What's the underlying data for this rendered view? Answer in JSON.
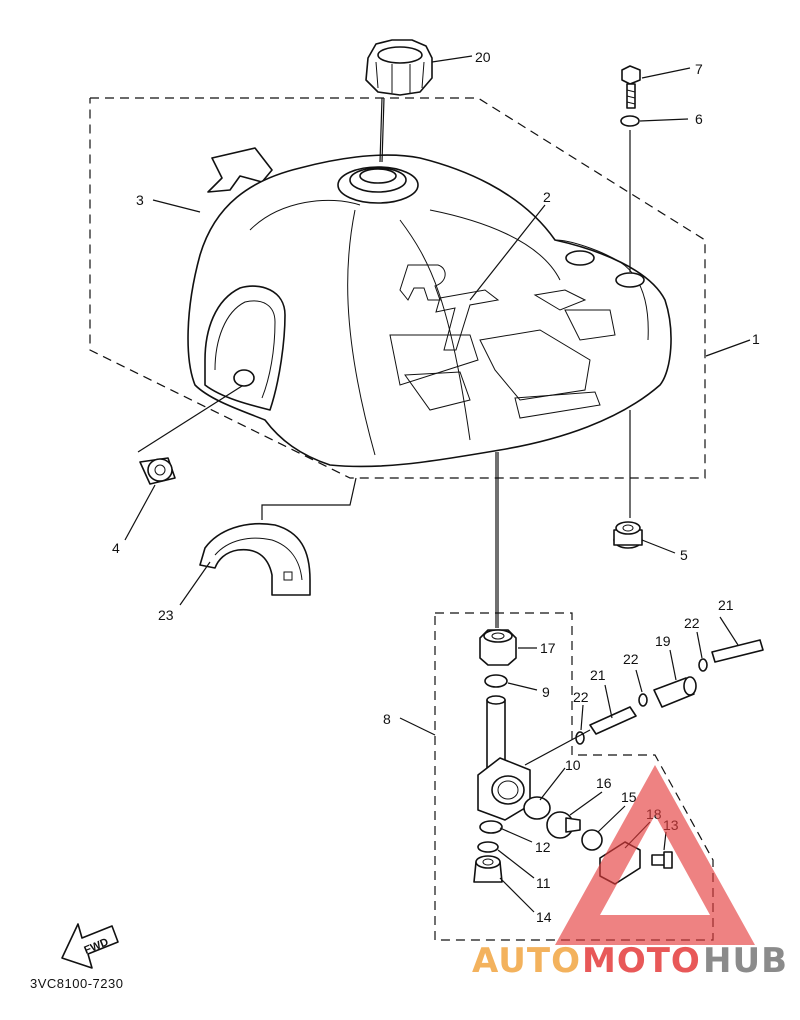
{
  "diagram": {
    "part_numbers": {
      "p1": "1",
      "p2": "2",
      "p3": "3",
      "p4": "4",
      "p5": "5",
      "p6": "6",
      "p7": "7",
      "p8": "8",
      "p9": "9",
      "p10": "10",
      "p11": "11",
      "p12": "12",
      "p13": "13",
      "p14": "14",
      "p15": "15",
      "p16": "16",
      "p17": "17",
      "p18": "18",
      "p19": "19",
      "p20": "20",
      "p21a": "21",
      "p21b": "21",
      "p22a": "22",
      "p22b": "22",
      "p22c": "22",
      "p23": "23"
    },
    "fwd_label": "FWD",
    "drawing_code": "3VC8100-7230"
  },
  "watermark": {
    "brand_part1": "AUTO",
    "brand_part2": "MOTO",
    "brand_part3": "HUB",
    "colors": {
      "orange": "#f2a541",
      "red": "#e43c3c",
      "gray": "#777777"
    }
  }
}
